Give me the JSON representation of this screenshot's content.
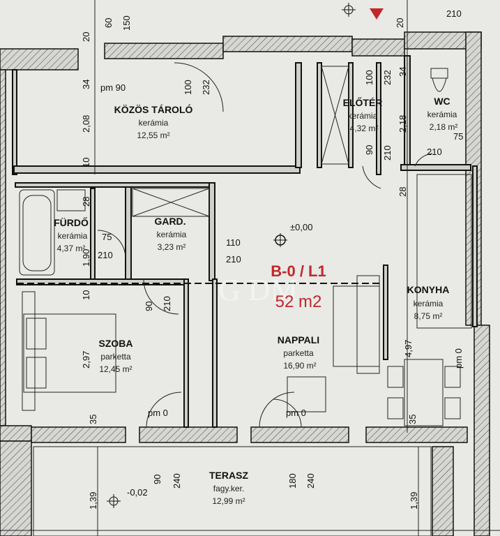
{
  "plan": {
    "unit_label": "B-0 / L1",
    "unit_area": "52 m2",
    "level_marker": "±0,00",
    "watermark": "G DM"
  },
  "rooms": [
    {
      "name": "KÖZÖS TÁROLÓ",
      "floor": "kerámia",
      "area": "12,55 m²"
    },
    {
      "name": "ELŐTÉR",
      "floor": "kerámia",
      "area": "4,32 m²"
    },
    {
      "name": "WC",
      "floor": "kerámia",
      "area": "2,18 m²"
    },
    {
      "name": "FÜRDŐ",
      "floor": "kerámia",
      "area": "4,37 m²"
    },
    {
      "name": "GARD.",
      "floor": "kerámia",
      "area": "3,23 m²"
    },
    {
      "name": "KONYHA",
      "floor": "kerámia",
      "area": "8,75 m²"
    },
    {
      "name": "SZOBA",
      "floor": "parketta",
      "area": "12,45 m²"
    },
    {
      "name": "NAPPALI",
      "floor": "parketta",
      "area": "16,90 m²"
    },
    {
      "name": "TERASZ",
      "floor": "fagy.ker.",
      "area": "12,99 m²"
    }
  ],
  "dimensions": {
    "d20a": "20",
    "d60": "60",
    "d150": "150",
    "d210_top": "210",
    "d34a": "34",
    "pm90": "pm 90",
    "d208": "2,08",
    "d10a": "10",
    "d100a": "100",
    "d232": "232",
    "d100b": "100",
    "d232b": "232",
    "d34b": "34",
    "d20b": "20",
    "d218": "2,18",
    "d90a": "90",
    "d210a": "210",
    "d75a": "75",
    "d210b": "210",
    "d28a": "28",
    "d28b": "28",
    "d75b": "75",
    "d210c": "210",
    "d190": "1,90",
    "d110": "110",
    "d210d": "210",
    "d10b": "10",
    "d90b": "90",
    "d210e": "210",
    "d297": "2,97",
    "d497": "4,97",
    "pm0a": "pm 0",
    "d35a": "35",
    "d35b": "35",
    "pm0b": "pm 0",
    "pm0c": "pm 0",
    "d139a": "1,39",
    "d139b": "1,39",
    "d90c": "90",
    "d240a": "240",
    "d180": "180",
    "d240b": "240",
    "lvl002": "-0,02"
  },
  "colors": {
    "accent": "#c0282b",
    "wall": "#cfcfcb",
    "paper": "#e9e9e6"
  }
}
